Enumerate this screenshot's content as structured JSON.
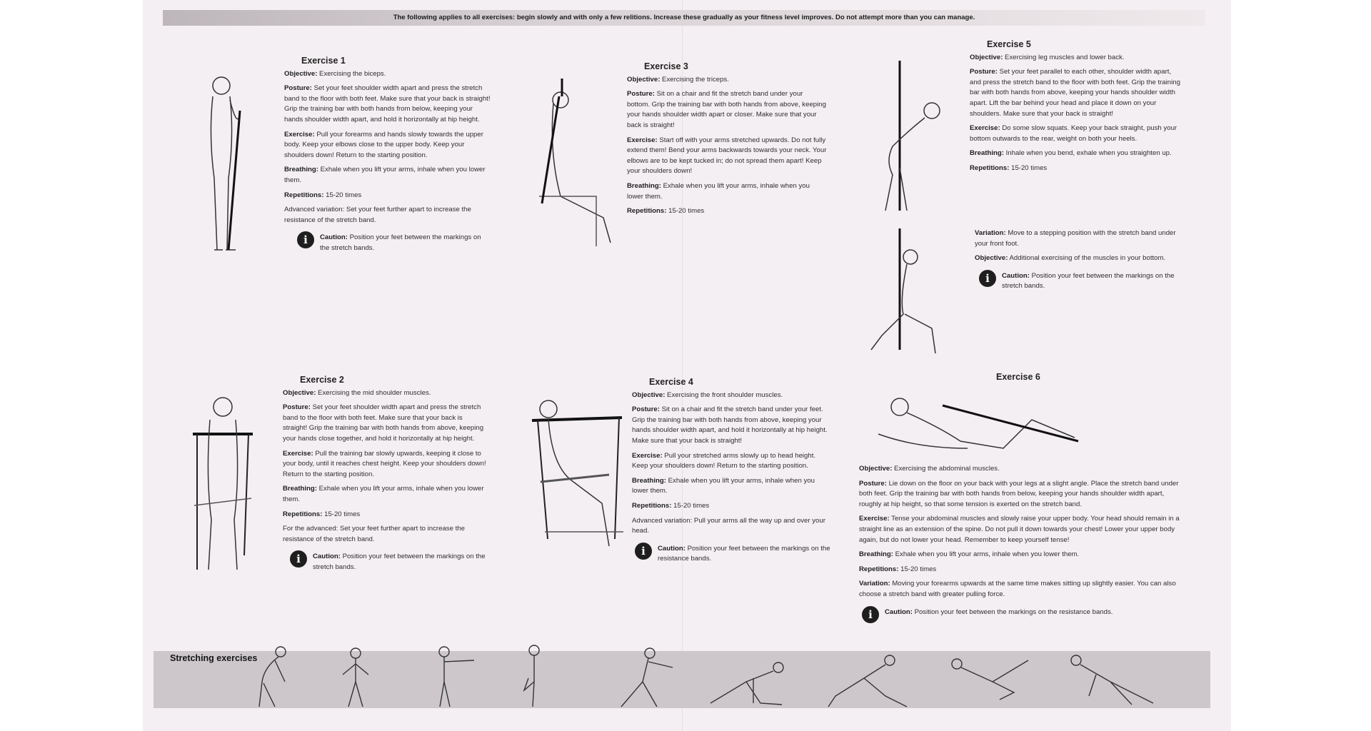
{
  "banner": "The following applies to all exercises: begin slowly and with only a few relitions. Increase these gradually as your fitness level improves. Do not attempt more than you can manage.",
  "exercises": [
    {
      "title": "Exercise 1",
      "objective_label": "Objective:",
      "objective": " Exercising the biceps.",
      "posture_label": "Posture:",
      "posture": " Set your feet shoulder width apart and press the stretch band to the floor with both feet. Make sure that your back is straight! Grip the training bar with both hands from below, keeping your hands shoulder width apart, and hold it horizontally at hip height.",
      "exercise_label": "Exercise:",
      "exercise": " Pull your forearms and hands slowly towards the upper body. Keep your elbows close to the upper body. Keep your shoulders down! Return to the starting position.",
      "breathing_label": "Breathing:",
      "breathing": " Exhale when you lift your arms, inhale when you lower them.",
      "repetitions_label": "Repetitions:",
      "repetitions": " 15-20 times",
      "extra": "Advanced variation: Set your feet further apart to increase the resistance of the stretch band.",
      "caution_label": "Caution:",
      "caution": " Position your feet between the markings on the stretch bands."
    },
    {
      "title": "Exercise 2",
      "objective_label": "Objective:",
      "objective": " Exercising the mid shoulder muscles.",
      "posture_label": "Posture:",
      "posture": " Set your feet shoulder width apart and press the stretch band to the floor with both feet. Make sure that your back is straight! Grip the training bar with both hands from above, keeping your hands close together, and hold it horizontally at hip height.",
      "exercise_label": "Exercise:",
      "exercise": " Pull the training bar slowly upwards, keeping it close to your body, until it reaches chest height. Keep your shoulders down! Return to the starting position.",
      "breathing_label": "Breathing:",
      "breathing": " Exhale when you lift your arms, inhale when you lower them.",
      "repetitions_label": "Repetitions:",
      "repetitions": " 15-20 times",
      "extra": "For the advanced: Set your feet further apart to increase the resistance of the stretch band.",
      "caution_label": "Caution:",
      "caution": " Position your feet between the markings on the stretch bands."
    },
    {
      "title": "Exercise 3",
      "objective_label": "Objective:",
      "objective": " Exercising the triceps.",
      "posture_label": "Posture:",
      "posture": " Sit on a chair and fit the stretch band under your bottom. Grip the training bar with both hands from above, keeping your hands shoulder width apart or closer. Make sure that your back is straight!",
      "exercise_label": "Exercise:",
      "exercise": " Start off with your arms stretched upwards. Do not fully extend them! Bend your arms backwards towards your neck. Your elbows are to be kept tucked in; do not spread them apart! Keep your shoulders down!",
      "breathing_label": "Breathing:",
      "breathing": " Exhale when you lift your arms, inhale when you lower them.",
      "repetitions_label": "Repetitions:",
      "repetitions": " 15-20 times",
      "extra": "",
      "caution_label": "",
      "caution": ""
    },
    {
      "title": "Exercise 4",
      "objective_label": "Objective:",
      "objective": " Exercising the front shoulder muscles.",
      "posture_label": "Posture:",
      "posture": " Sit on a chair and fit the stretch band under your feet. Grip the training bar with both hands from above, keeping your hands shoulder width apart, and hold it horizontally at hip height. Make sure that your back is straight!",
      "exercise_label": "Exercise:",
      "exercise": " Pull your stretched arms slowly up to head height. Keep your shoulders down! Return to the starting position.",
      "breathing_label": "Breathing:",
      "breathing": " Exhale when you lift your arms, inhale when you lower them.",
      "repetitions_label": "Repetitions:",
      "repetitions": " 15-20 times",
      "extra": "Advanced variation: Pull your arms all the way up and over your head.",
      "caution_label": "Caution:",
      "caution": " Position your feet between the markings on the resistance bands."
    },
    {
      "title": "Exercise 5",
      "objective_label": "Objective:",
      "objective": " Exercising leg muscles and lower back.",
      "posture_label": "Posture:",
      "posture": " Set your feet parallel to each other, shoulder width apart, and press the stretch band to the floor with both feet. Grip the training bar with both hands from above, keeping your hands shoulder width apart. Lift the bar behind your head and place it down on your shoulders. Make sure that your back is straight!",
      "exercise_label": "Exercise:",
      "exercise": " Do some slow squats. Keep your back straight, push your bottom outwards to the rear, weight on both your heels.",
      "breathing_label": "Breathing:",
      "breathing": " Inhale when you bend, exhale when you straighten up.",
      "repetitions_label": "Repetitions:",
      "repetitions": " 15-20 times",
      "variation_label": "Variation:",
      "variation": " Move to a stepping position with the stretch band under your front foot.",
      "objective2_label": "Objective:",
      "objective2": " Additional exercising of the muscles in your bottom.",
      "caution_label": "Caution:",
      "caution": " Position your feet between the markings on the stretch bands."
    },
    {
      "title": "Exercise 6",
      "objective_label": "Objective:",
      "objective": " Exercising the abdominal muscles.",
      "posture_label": "Posture:",
      "posture": " Lie down on the floor on your back with your legs at a slight angle. Place the stretch band under both feet. Grip the training bar with both hands from below, keeping your hands shoulder width apart, roughly at hip height, so that some tension is exerted on the stretch band.",
      "exercise_label": "Exercise:",
      "exercise": " Tense your abdominal muscles and slowly raise your upper body. Your head should remain in a straight line as an extension of the spine. Do not pull it down towards your chest! Lower your upper body again, but do not lower your head. Remember to keep yourself tense!",
      "breathing_label": "Breathing:",
      "breathing": " Exhale when you lift your arms, inhale when you lower them.",
      "repetitions_label": "Repetitions:",
      "repetitions": " 15-20 times",
      "variation_label": "Variation:",
      "variation": " Moving your forearms upwards at the same time makes sitting up slightly easier. You can also choose a stretch band with greater pulling force.",
      "caution_label": "Caution:",
      "caution": " Position your feet between the markings on the resistance bands."
    }
  ],
  "stretching": {
    "title": "Stretching exercises"
  },
  "colors": {
    "paper": "#f4eff2",
    "banner": "#cdc7cb",
    "ink": "#2b2b2b"
  },
  "icons": [
    "info-icon",
    "person-figure"
  ]
}
